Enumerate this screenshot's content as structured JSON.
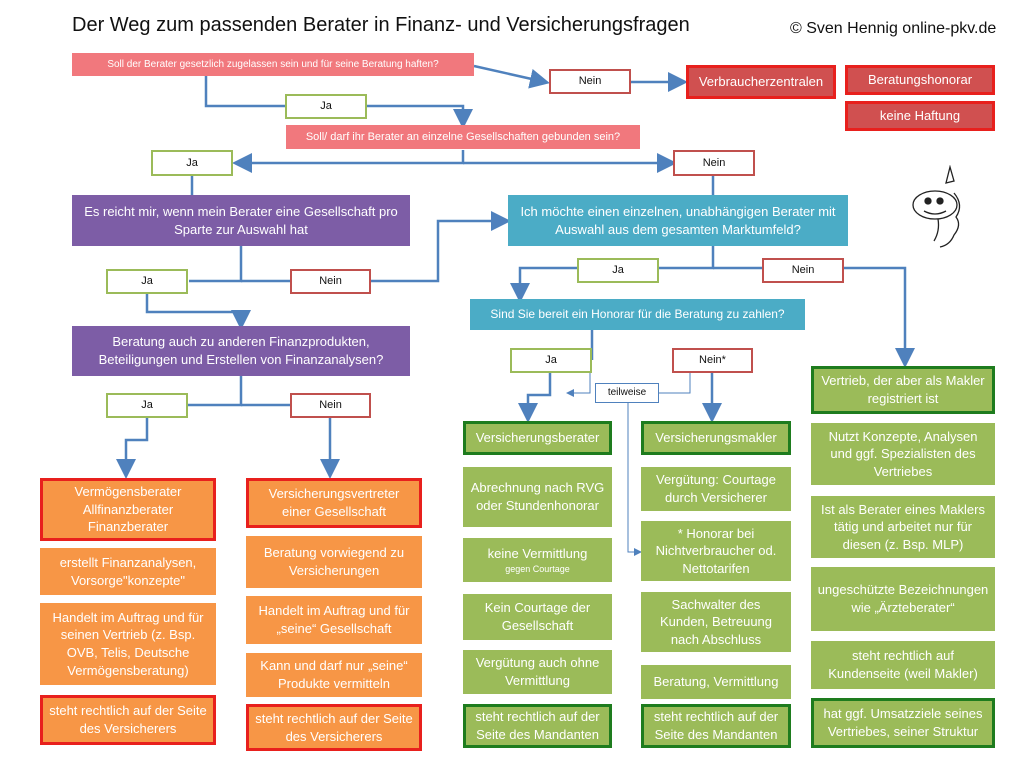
{
  "title": "Der Weg zum passenden Berater in Finanz- und Versicherungsfragen",
  "copyright": "© Sven Hennig online-pkv.de",
  "q1": "Soll der Berater gesetzlich zugelassen sein und für seine Beratung haften?",
  "q2": "Soll/ darf ihr Berater an einzelne Gesellschaften gebunden sein?",
  "q3": "Es reicht mir, wenn mein Berater eine Gesellschaft pro Sparte zur Auswahl hat",
  "q4": "Ich möchte einen einzelnen, unabhängigen Berater mit Auswahl aus dem gesamten Marktumfeld?",
  "q5": "Beratung auch zu anderen Finanzprodukten, Beteiligungen und Erstellen von Finanzanalysen?",
  "q6": "Sind Sie bereit ein Honorar für die Beratung zu zahlen?",
  "labels": {
    "ja": "Ja",
    "nein": "Nein",
    "nein_star": "Nein*",
    "teilweise": "teilweise"
  },
  "red_boxes": {
    "verbraucherzentralen": "Verbraucherzentralen",
    "honorar": "Beratungshonorar",
    "haftung": "keine Haftung"
  },
  "col1": {
    "header": "Vermögensberater Allfinanzberater Finanzberater",
    "items": [
      "erstellt Finanzanalysen, Vorsorge\"konzepte\"",
      "Handelt im Auftrag und für seinen Vertrieb (z. Bsp. OVB, Telis, Deutsche Vermögensberatung)",
      "steht rechtlich auf der Seite des Versicherers"
    ]
  },
  "col2": {
    "header": "Versicherungsvertreter einer Gesellschaft",
    "items": [
      "Beratung vorwiegend zu Versicherungen",
      "Handelt im Auftrag und für „seine“ Gesellschaft",
      "Kann und darf nur „seine“ Produkte vermitteln",
      "steht rechtlich auf der Seite des Versicherers"
    ]
  },
  "col3": {
    "header": "Versicherungsberater",
    "items": [
      "Abrechnung nach RVG oder Stundenhonorar",
      "keine Vermittlung",
      "gegen Courtage",
      "Kein Courtage der Gesellschaft",
      "Vergütung auch ohne Vermittlung",
      "steht rechtlich auf der Seite des Mandanten"
    ]
  },
  "col4": {
    "header": "Versicherungsmakler",
    "items": [
      "Vergütung: Courtage durch Versicherer",
      "* Honorar bei Nichtverbraucher od. Nettotarifen",
      "Sachwalter des Kunden, Betreuung nach Abschluss",
      "Beratung, Vermittlung",
      "steht rechtlich auf der Seite des Mandanten"
    ]
  },
  "col5": {
    "header": "Vertrieb, der aber als Makler registriert ist",
    "items": [
      "Nutzt Konzepte, Analysen und ggf. Spezialisten des Vertriebes",
      "Ist als Berater eines Maklers tätig und arbeitet nur für diesen (z. Bsp. MLP)",
      "ungeschützte Bezeichnungen wie „Ärzteberater“",
      "steht rechtlich auf Kundenseite (weil Makler)",
      "hat ggf. Umsatzziele seines Vertriebes, seiner Struktur"
    ]
  },
  "colors": {
    "pink": "#f1787d",
    "purple": "#7d5da6",
    "teal": "#4bacc6",
    "red": "#d05050",
    "orange": "#f79646",
    "green": "#9bbb59",
    "arrow": "#4f81bd"
  }
}
